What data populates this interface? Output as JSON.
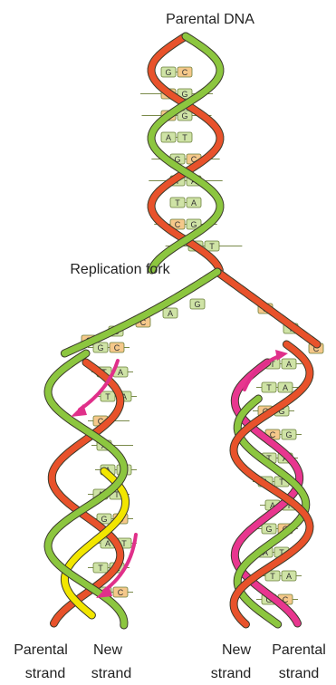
{
  "labels": {
    "parental_dna": "Parental DNA",
    "replication_fork": "Replication fork",
    "left_parental_1": "Parental",
    "left_parental_2": "strand",
    "left_new_1": "New",
    "left_new_2": "strand",
    "right_new_1": "New",
    "right_new_2": "strand",
    "right_parental_1": "Parental",
    "right_parental_2": "strand"
  },
  "colors": {
    "parental_strand_a": "#8cc63f",
    "parental_strand_b": "#e8522b",
    "new_strand_left": "#f2e600",
    "new_strand_right": "#e8368f",
    "arrow": "#e0308a",
    "base_green": "#cfe3a6",
    "base_orange": "#f5c88a",
    "base_border": "#6a7f3a"
  },
  "base_pairs": {
    "top_helix": [
      {
        "left": "G",
        "right": "C"
      },
      {
        "left": "C",
        "right": "G"
      },
      {
        "left": "C",
        "right": "G"
      },
      {
        "left": "A",
        "right": "T"
      },
      {
        "left": "G",
        "right": "C"
      },
      {
        "left": "T",
        "right": "A"
      },
      {
        "left": "T",
        "right": "A"
      },
      {
        "left": "C",
        "right": "G"
      },
      {
        "left": "A",
        "right": "T"
      }
    ],
    "unpaired_left": [
      "G",
      "A",
      "C",
      "G",
      "C"
    ],
    "unpaired_right": [
      "C",
      "T",
      "C"
    ],
    "left_daughter": [
      {
        "left": "G",
        "right": "C"
      },
      {
        "left": "T",
        "right": "A"
      },
      {
        "left": "T",
        "right": "A"
      },
      {
        "left": "C",
        "right": ""
      },
      {
        "left": "A",
        "right": ""
      },
      {
        "left": "A",
        "right": "T"
      },
      {
        "left": "A",
        "right": "T"
      },
      {
        "left": "G",
        "right": "C"
      },
      {
        "left": "A",
        "right": "T"
      },
      {
        "left": "T",
        "right": "A"
      },
      {
        "left": "G",
        "right": "C"
      }
    ],
    "right_daughter": [
      {
        "left": "T",
        "right": "A"
      },
      {
        "left": "T",
        "right": "A"
      },
      {
        "left": "C",
        "right": "G"
      },
      {
        "left": "C",
        "right": "G"
      },
      {
        "left": "T",
        "right": "A"
      },
      {
        "left": "A",
        "right": "T"
      },
      {
        "left": "A",
        "right": "T"
      },
      {
        "left": "G",
        "right": "C"
      },
      {
        "left": "A",
        "right": "T"
      },
      {
        "left": "T",
        "right": "A"
      },
      {
        "left": "G",
        "right": "C"
      }
    ]
  }
}
